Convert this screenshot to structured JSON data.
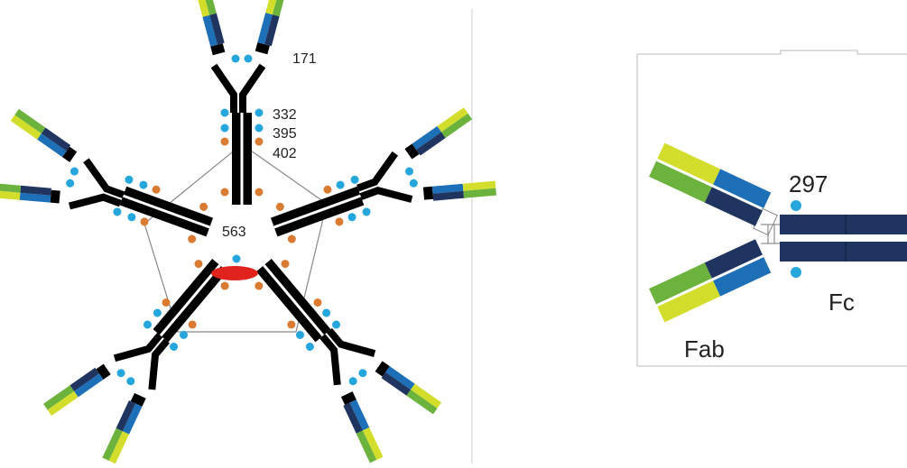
{
  "pentamer": {
    "site_labels": [
      "171",
      "332",
      "395",
      "402"
    ],
    "center_label": "563"
  },
  "monomer": {
    "glycan_label": "297",
    "fab_label": "Fab",
    "fc_label": "Fc"
  },
  "colors": {
    "heavy_chain": "#000000",
    "light_chain_yellow": "#d3dd2b",
    "light_chain_green": "#6cb33e",
    "variable_blue": "#1d6fb8",
    "dark_navy": "#1f3560",
    "glycan_blue": "#25a6dc",
    "glycan_orange": "#d97b33",
    "j_chain_red": "#e0231c",
    "outline": "#888888"
  }
}
